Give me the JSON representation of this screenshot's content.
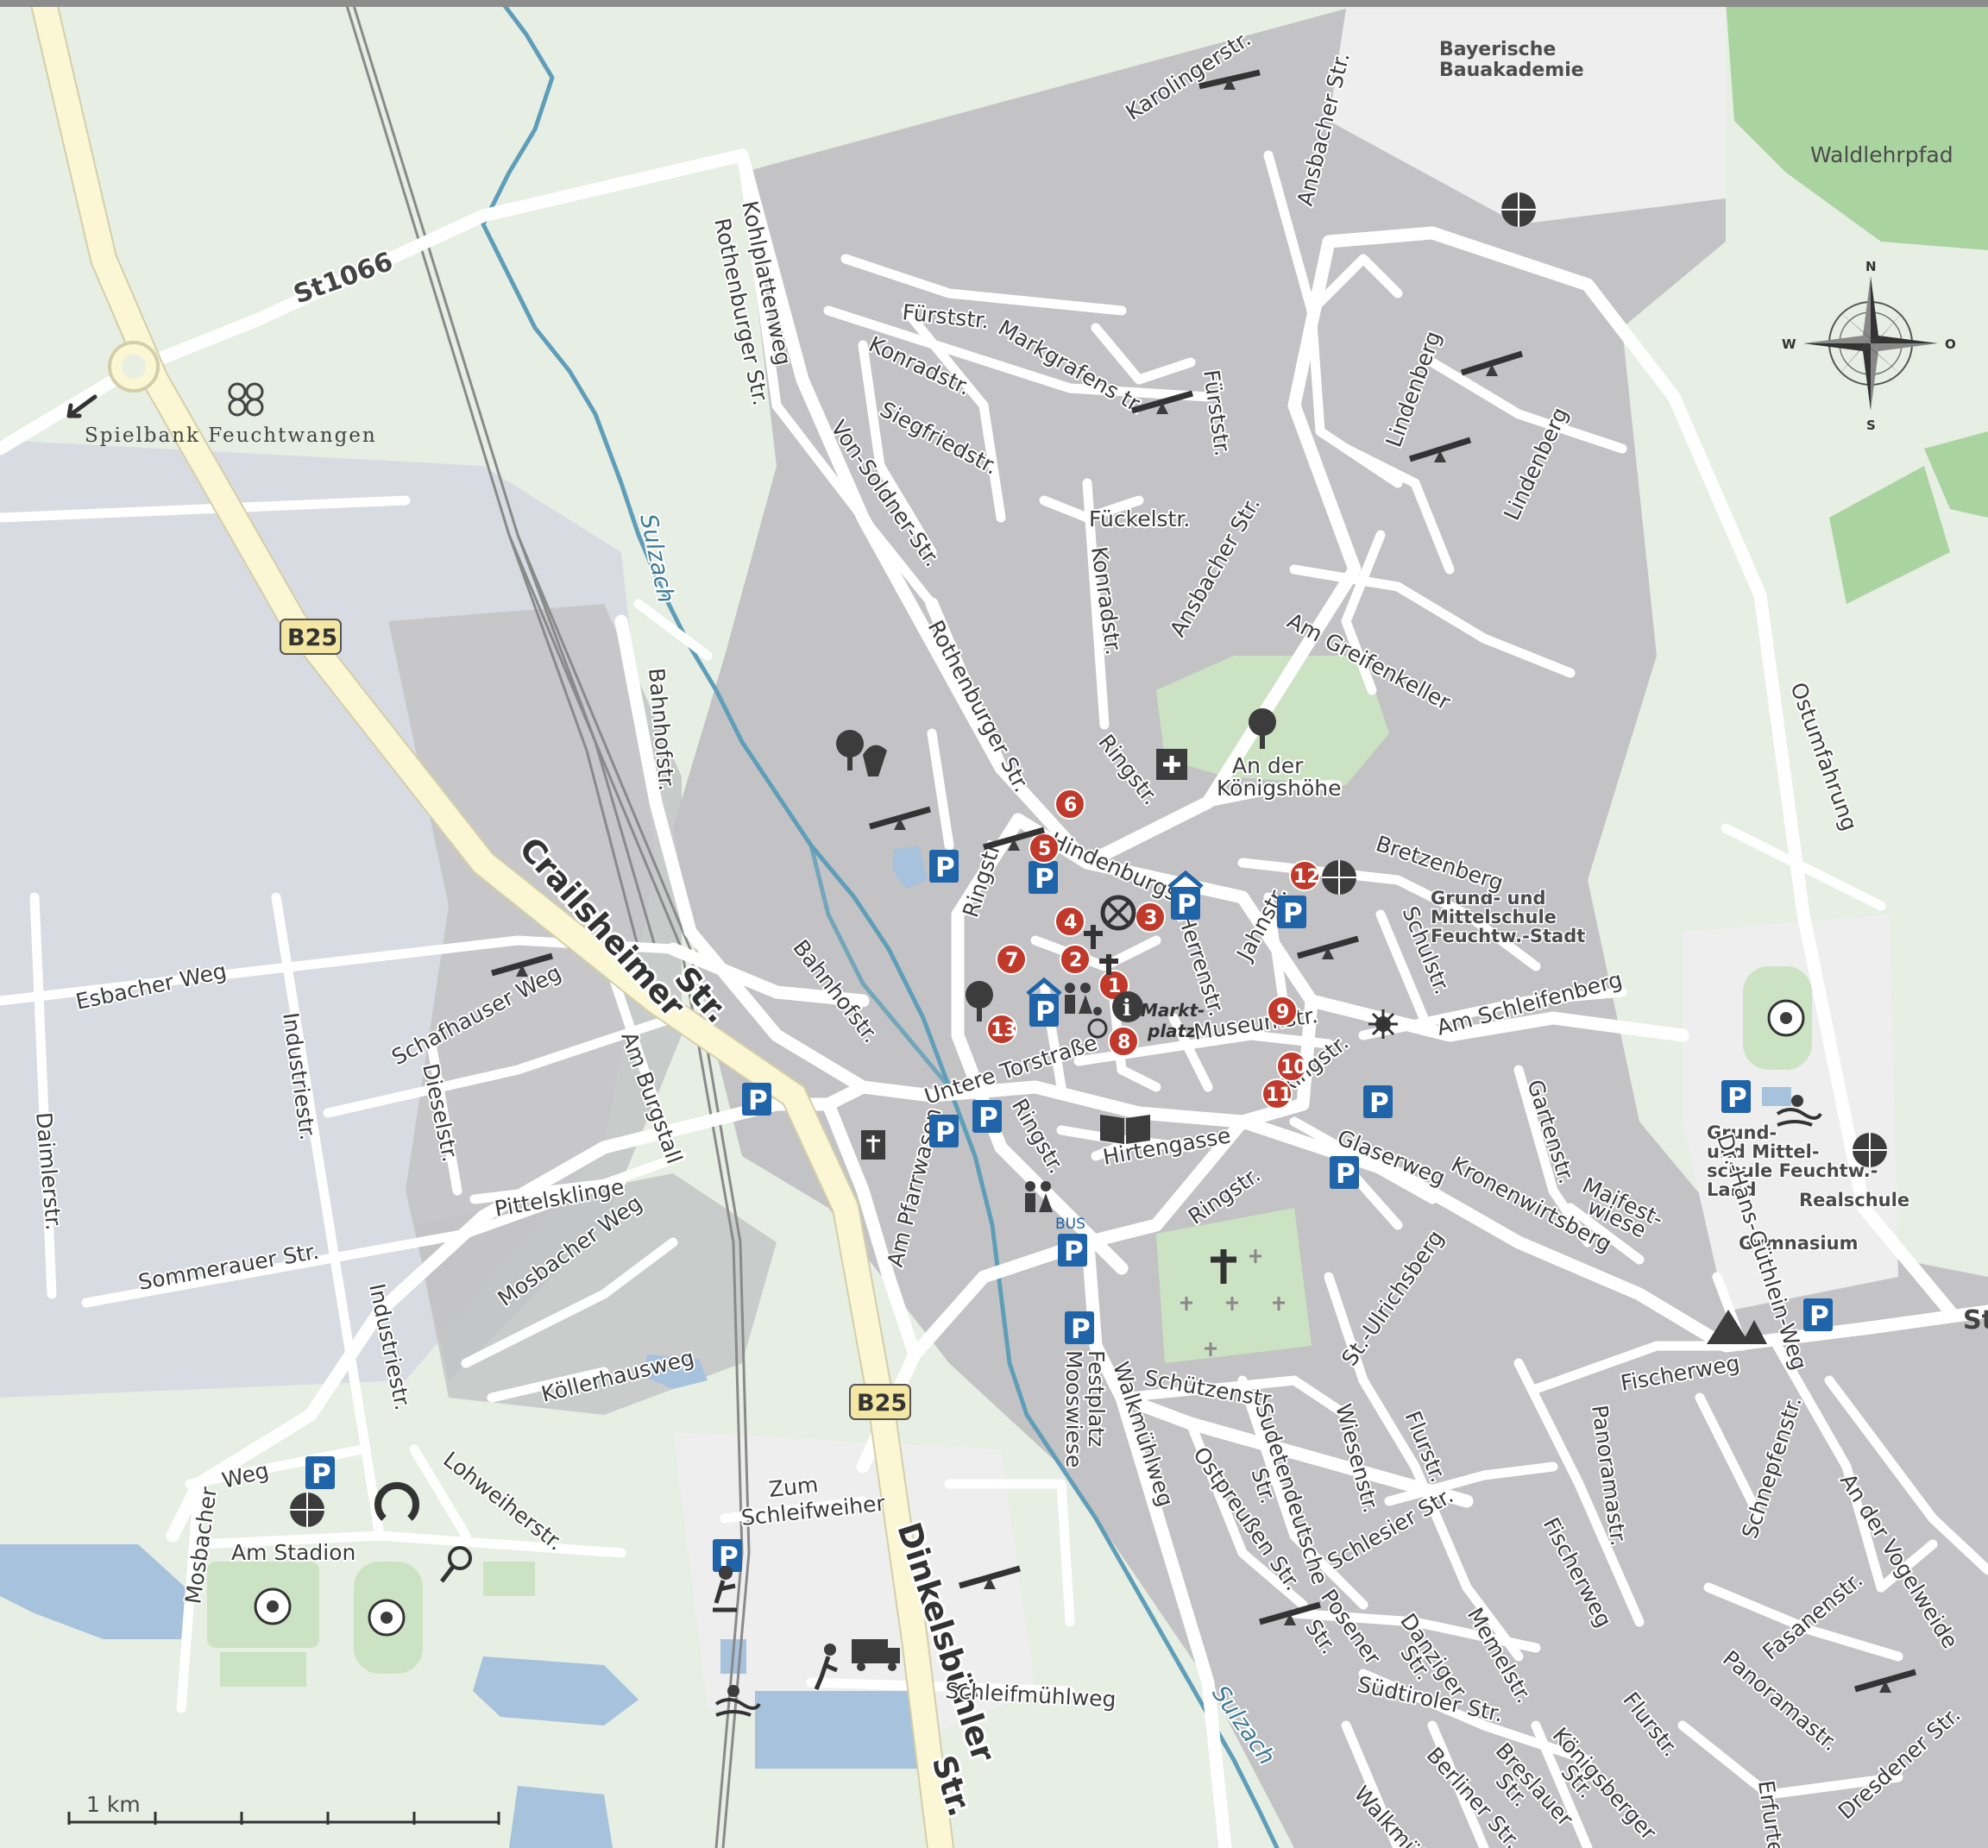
{
  "map": {
    "places": {
      "spielbank": "Spielbank Feuchtwangen",
      "bauakademie_1": "Bayerische",
      "bauakademie_2": "Bauakademie",
      "waldlehrpfad": "Waldlehrpfad",
      "koenigshoehe_1": "An der",
      "koenigshoehe_2": "Königshöhe",
      "marktplatz_1": "Markt-",
      "marktplatz_2": "platz",
      "festplatz_1": "Festplatz",
      "festplatz_2": "Mooswiese",
      "maifestwiese_1": "Maifest-",
      "maifestwiese_2": "wiese"
    },
    "institutions": {
      "school_stadt_1": "Grund- und",
      "school_stadt_2": "Mittelschule",
      "school_stadt_3": "Feuchtw.-Stadt",
      "school_land_1": "Grund-",
      "school_land_2": "und Mittel-",
      "school_land_3": "schule Feuchtw.-",
      "school_land_4": "Land",
      "realschule": "Realschule",
      "gymnasium": "Gymnasium"
    },
    "shields": {
      "st1066": "St1066",
      "b25_north": "B25",
      "b25_south": "B25",
      "st_east": "St"
    },
    "rivers": {
      "sulzach_north": "Sulzach",
      "sulzach_south": "Sulzach"
    },
    "streets": {
      "karolingerstr": "Karolingerstr.",
      "ansbacher_north": "Ansbacher Str.",
      "ansbacher_mid": "Ansbacher Str.",
      "kohlplattenweg": "Kohlplattenweg",
      "rothenburger_north": "Rothenburger Str.",
      "rothenburger_mid": "Rothenburger Str.",
      "fuerststr_1": "Fürststr.",
      "fuerststr_2": "Fürststr.",
      "markgrafenstr": "Markgrafens tr.",
      "konradstr_1": "Konradstr.",
      "konradstr_2": "Konradstr.",
      "siegfriedstr": "Siegfriedstr.",
      "von_soldner": "Von-Soldner-Str.",
      "fueckelstr": "Fückelstr.",
      "lindenberg_1": "Lindenberg",
      "lindenberg_2": "Lindenberg",
      "am_greifenkeller": "Am Greifenkeller",
      "ostumfahrung": "Ostumfahrung",
      "bahnhofstr_north": "Bahnhofstr.",
      "bahnhofstr_south": "Bahnhofstr.",
      "ringstr_west": "Ringstr.",
      "ringstr_north": "Ringstr.",
      "ringstr_east": "Ringstr.",
      "ringstr_south": "Ringstr.",
      "ringstr_sw": "Ringstr.",
      "hindenburgstr": "Hindenburgstr.",
      "bretzenberg": "Bretzenberg",
      "jahnstr": "Jahnstr.",
      "herrenstr": "Herrenstr.",
      "schulstr": "Schulstr.",
      "schleifenberg": "Am Schleifenberg",
      "museumstr": "Museumstr.",
      "untere_torstr": "Untere Torstraße",
      "hirtengasse": "Hirtengasse",
      "glaserweg": "Glaserweg",
      "kronenwirtsberg": "Kronenwirtsberg",
      "gartenstr": "Gartenstr.",
      "hans_guthlein": "Dr.-Hans-Güthlein-Weg",
      "esbacher_weg": "Esbacher Weg",
      "schafhauser_weg": "Schafhauser Weg",
      "industriestr_north": "Industriestr.",
      "industriestr_south": "Industriestr.",
      "dieselstr": "Dieselstr.",
      "am_burgstall": "Am Burgstall",
      "daimlerstr": "Daimlerstr.",
      "crailsheimer_1": "Crailsheimer",
      "crailsheimer_2": "Str.",
      "pittelsklinge": "Pittelsklinge",
      "sommerauer_str": "Sommerauer Str.",
      "mosbacher_weg": "Mosbacher Weg",
      "koellerhausweg": "Köllerhausweg",
      "am_pfarrwasen": "Am Pfarrwasen",
      "mosbacher_weg_sw_1": "Mosbacher",
      "mosbacher_weg_sw_2": "Weg",
      "am_stadion": "Am Stadion",
      "lohweiherstr": "Lohweiherstr.",
      "zum_schleifweiher_1": "Zum",
      "zum_schleifweiher_2": "Schleifweiher",
      "dinkelsbuehler_1": "Dinkelsbühler",
      "dinkelsbuehler_2": "Str.",
      "schleifmuehlweg": "Schleifmühlweg",
      "walkmuehlweg_north": "Walkmühlweg",
      "walkmuehlweg_south": "Walkmühlweg",
      "schuetzenstr": "Schützenstr.",
      "sudetendeutsche_1": "Sudetendeutsche",
      "sudetendeutsche_2": "Str.",
      "ostpreussen_str": "Ostpreußen Str.",
      "posener_1": "Posener",
      "posener_2": "Str.",
      "wiesenstr": "Wiesenstr.",
      "st_ulrichsberg": "St.-Ulrichsberg",
      "flurstr_north": "Flurstr.",
      "flurstr_south": "Flurstr.",
      "schlesier_str": "Schlesier Str.",
      "danziger_1": "Danziger",
      "danziger_2": "Str.",
      "memelstr": "Memelstr.",
      "suedtiroler_str": "Südtiroler Str.",
      "berliner_str": "Berliner Str.",
      "breslauer_1": "Breslauer",
      "breslauer_2": "Str.",
      "koenigsberger_1": "Königsberger",
      "koenigsberger_2": "Str.",
      "fischerweg_east": "Fischerweg",
      "fischerweg_south": "Fischerweg",
      "panoramastr_north": "Panoramastr.",
      "panoramastr_south": "Panoramastr.",
      "schnepfenstr": "Schnepfenstr.",
      "an_der_vogelweide": "An der Vogelweide",
      "fasanenstr": "Fasanenstr.",
      "dresdener_str": "Dresdener Str.",
      "erfurter_str": "Erfurter Str."
    },
    "pois": [
      "1",
      "2",
      "3",
      "4",
      "5",
      "6",
      "7",
      "8",
      "9",
      "10",
      "11",
      "12",
      "13"
    ],
    "symbols": {
      "parking": "P",
      "bus": "BUS",
      "compass_n": "N",
      "compass_s": "S",
      "compass_w": "W",
      "compass_o": "O"
    },
    "scale": {
      "label": "1 km"
    }
  }
}
